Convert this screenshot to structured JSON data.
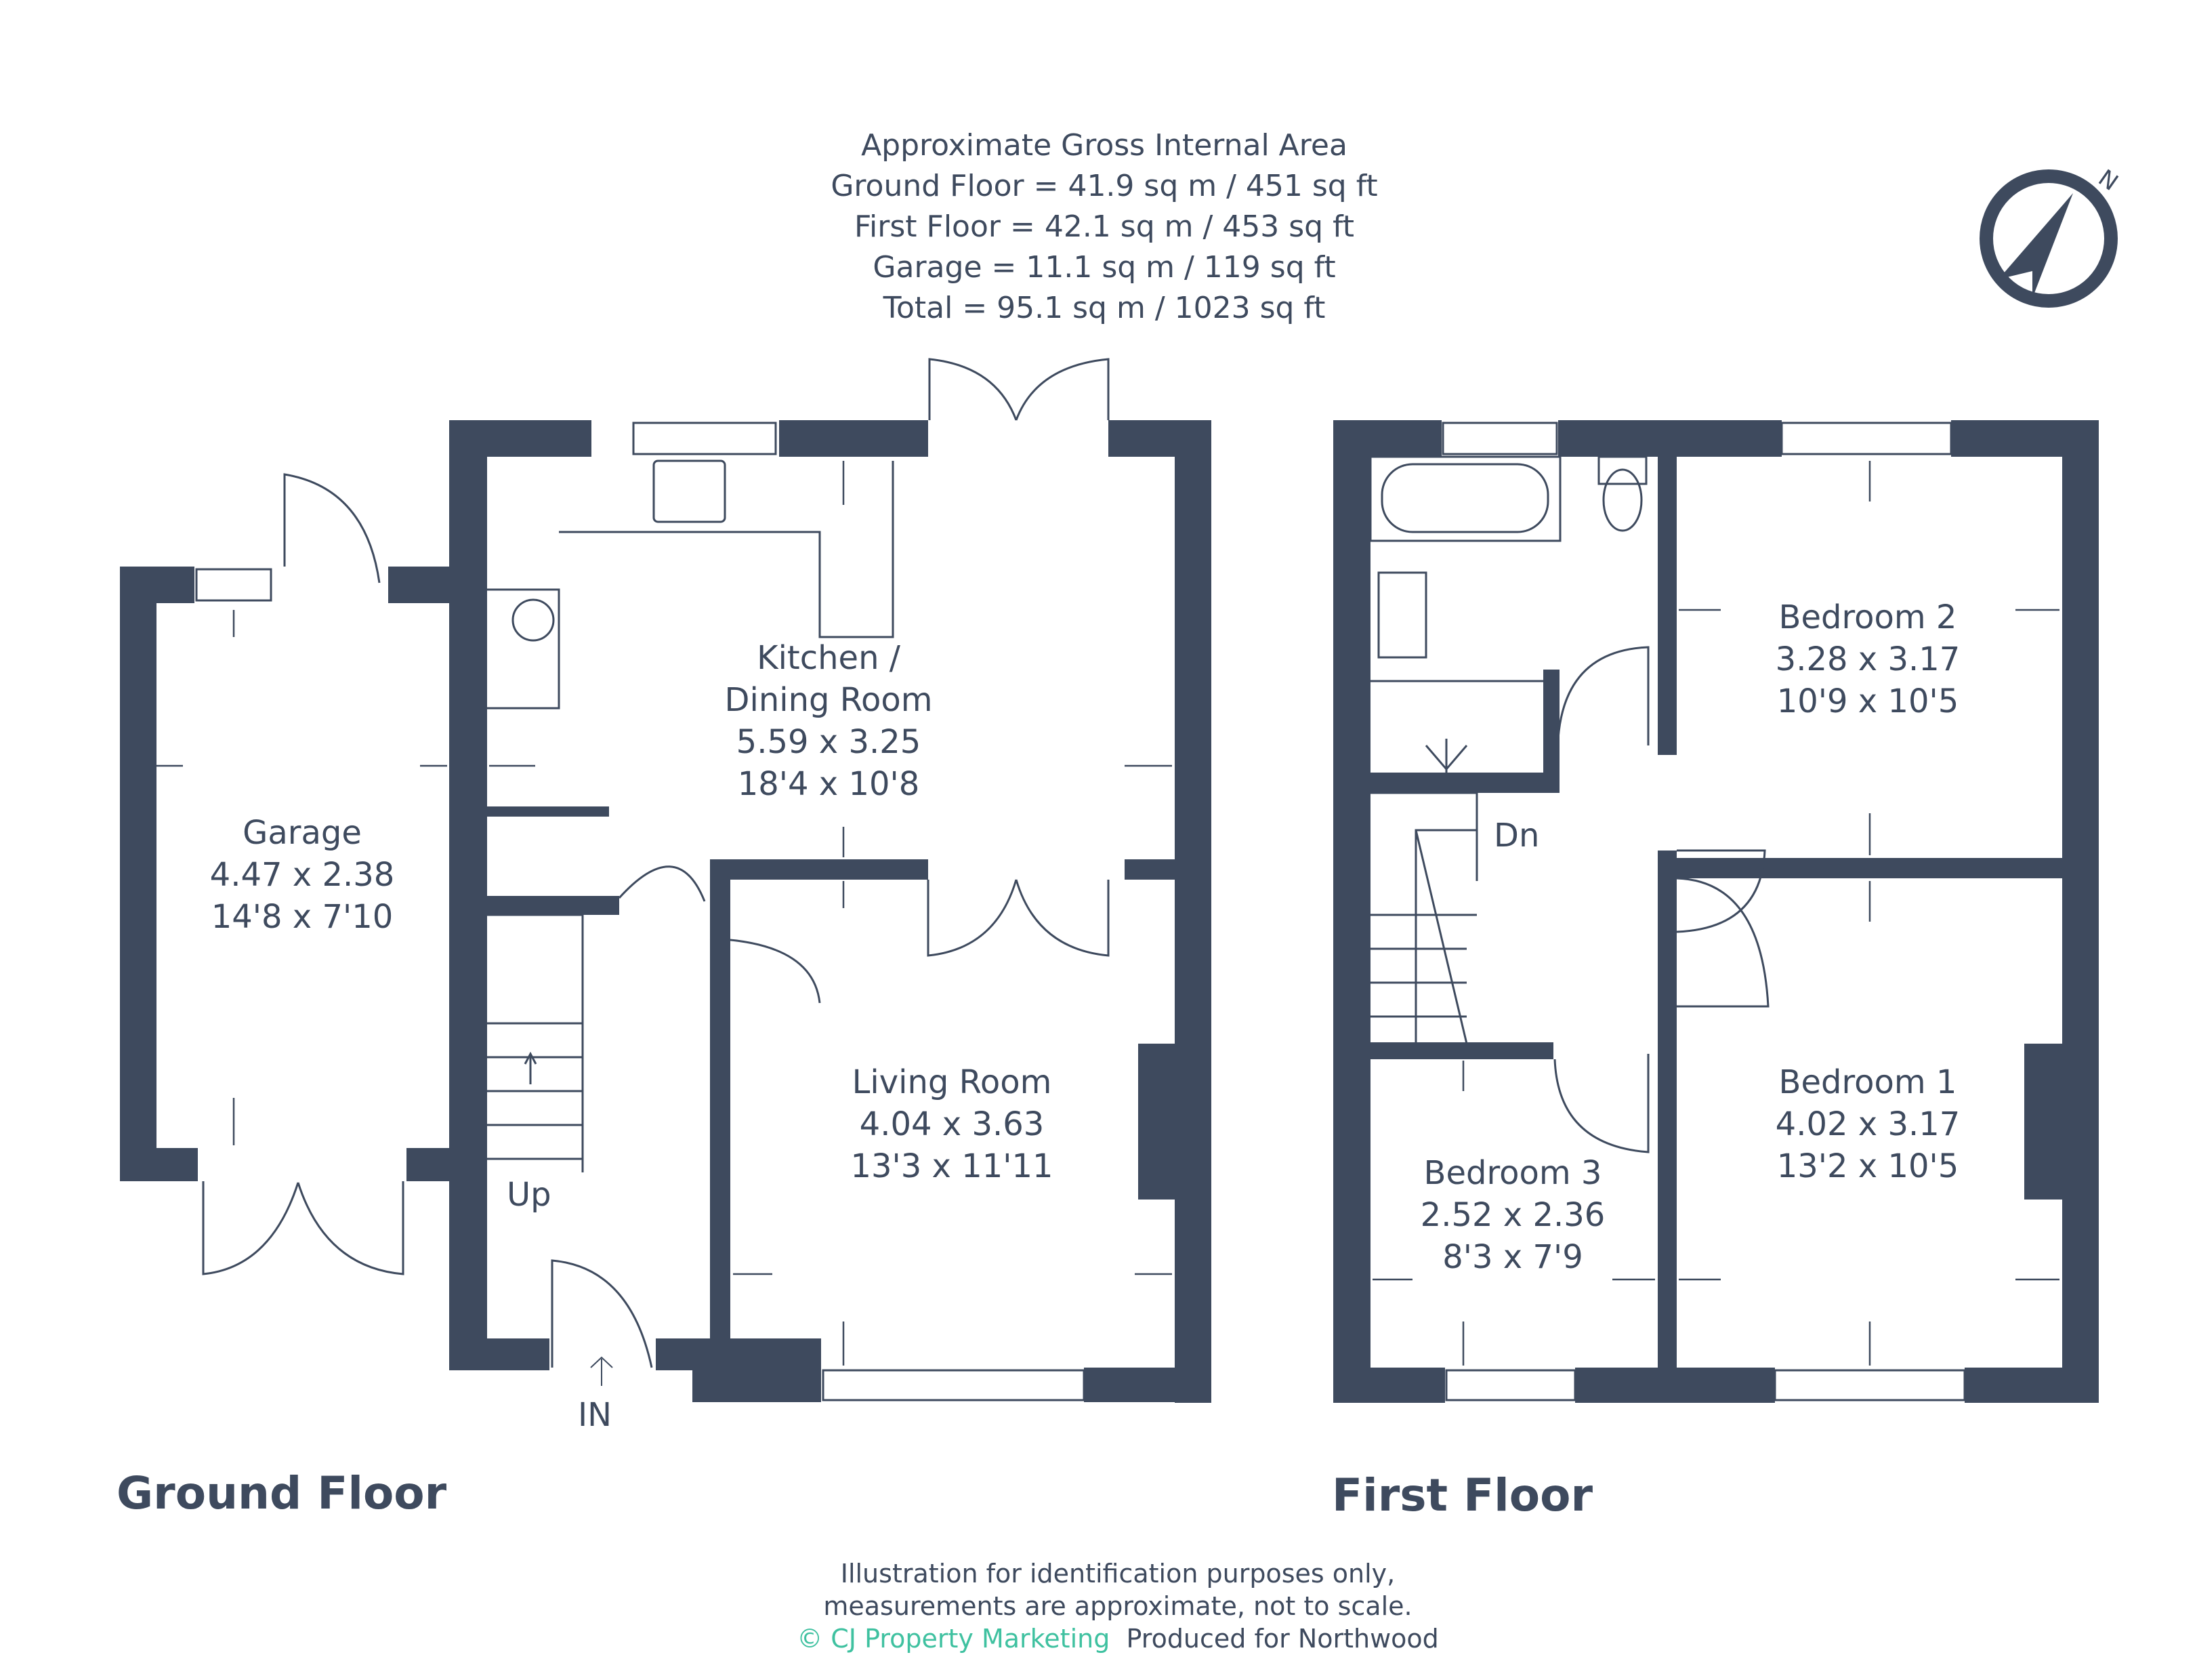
{
  "area_summary": {
    "title": "Approximate Gross Internal Area",
    "ground_floor": "Ground Floor = 41.9 sq m / 451 sq ft",
    "first_floor": "First Floor = 42.1 sq m / 453 sq ft",
    "garage": "Garage = 11.1 sq m / 119 sq ft",
    "total": "Total = 95.1 sq m / 1023 sq ft"
  },
  "compass": {
    "label": "N",
    "icon": "compass-north-icon"
  },
  "colors": {
    "wall": "#3e4a5e",
    "brand": "#3fc1a0",
    "background": "#ffffff"
  },
  "ground_floor": {
    "title": "Ground Floor",
    "rooms": [
      {
        "name": "Garage",
        "metric": "4.47 x 2.38",
        "imperial": "14'8 x 7'10"
      },
      {
        "name_line1": "Kitchen /",
        "name_line2": "Dining Room",
        "metric": "5.59 x 3.25",
        "imperial": "18'4 x 10'8"
      },
      {
        "name": "Living Room",
        "metric": "4.04 x 3.63",
        "imperial": "13'3 x 11'11"
      }
    ],
    "stairs_label": "Up",
    "entrance_label": "IN"
  },
  "first_floor": {
    "title": "First Floor",
    "rooms": [
      {
        "name": "Bedroom 2",
        "metric": "3.28 x 3.17",
        "imperial": "10'9 x 10'5"
      },
      {
        "name": "Bedroom 1",
        "metric": "4.02 x 3.17",
        "imperial": "13'2 x 10'5"
      },
      {
        "name": "Bedroom 3",
        "metric": "2.52 x 2.36",
        "imperial": "8'3 x 7'9"
      }
    ],
    "stairs_label": "Dn"
  },
  "footer": {
    "line1": "Illustration for identification purposes only,",
    "line2": "measurements are approximate, not to scale.",
    "brand": "© CJ Property Marketing",
    "produced_for": "Produced for Northwood"
  }
}
